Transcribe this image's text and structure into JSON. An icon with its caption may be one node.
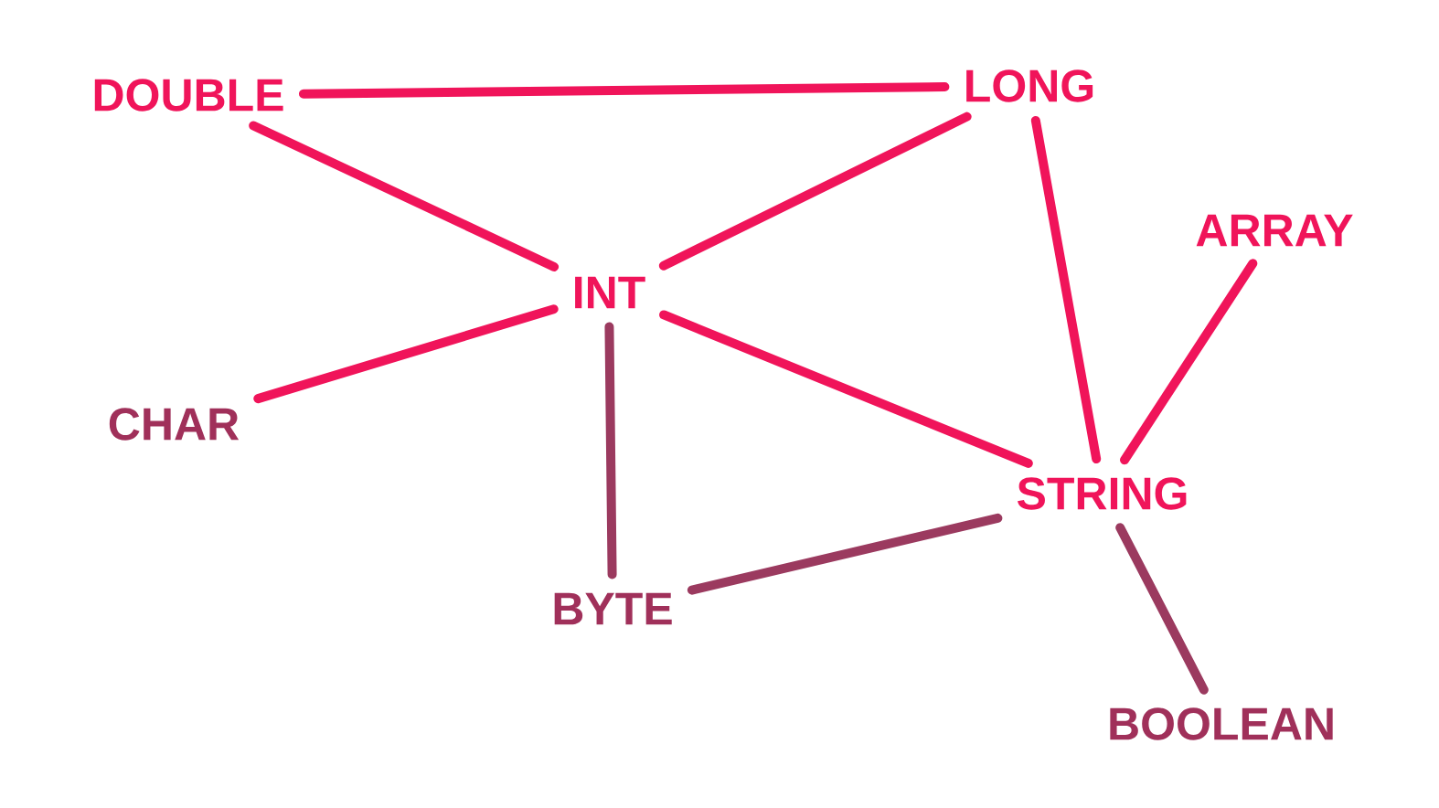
{
  "diagram": {
    "nodes": [
      {
        "text": [
          "DOUBLE"
        ]
      },
      {
        "text": [
          "LONG"
        ]
      },
      {
        "text": [
          "INT"
        ]
      },
      {
        "text": [
          "CHAR"
        ]
      },
      {
        "text": [
          "ARRAY"
        ]
      },
      {
        "text": [
          "STRING"
        ]
      },
      {
        "text": [
          "BYTE"
        ]
      },
      {
        "text": [
          "BOOLEAN"
        ]
      }
    ],
    "edges": [
      {
        "from": 0,
        "to": 1,
        "arrow": "none"
      },
      {
        "from": 0,
        "to": 2,
        "arrow": "none"
      },
      {
        "from": 1,
        "to": 2,
        "arrow": "none"
      },
      {
        "from": 2,
        "to": 3,
        "arrow": "none"
      },
      {
        "from": 2,
        "to": 6,
        "arrow": "none",
        "color": "#9b3a5f"
      },
      {
        "from": 2,
        "to": 5,
        "arrow": "none"
      },
      {
        "from": 1,
        "to": 5,
        "arrow": "none"
      },
      {
        "from": 4,
        "to": 5,
        "arrow": "none"
      },
      {
        "from": 5,
        "to": 6,
        "arrow": "none",
        "color": "#9b3a5f"
      },
      {
        "from": 5,
        "to": 7,
        "arrow": "none",
        "color": "#9b3a5f"
      }
    ]
  }
}
